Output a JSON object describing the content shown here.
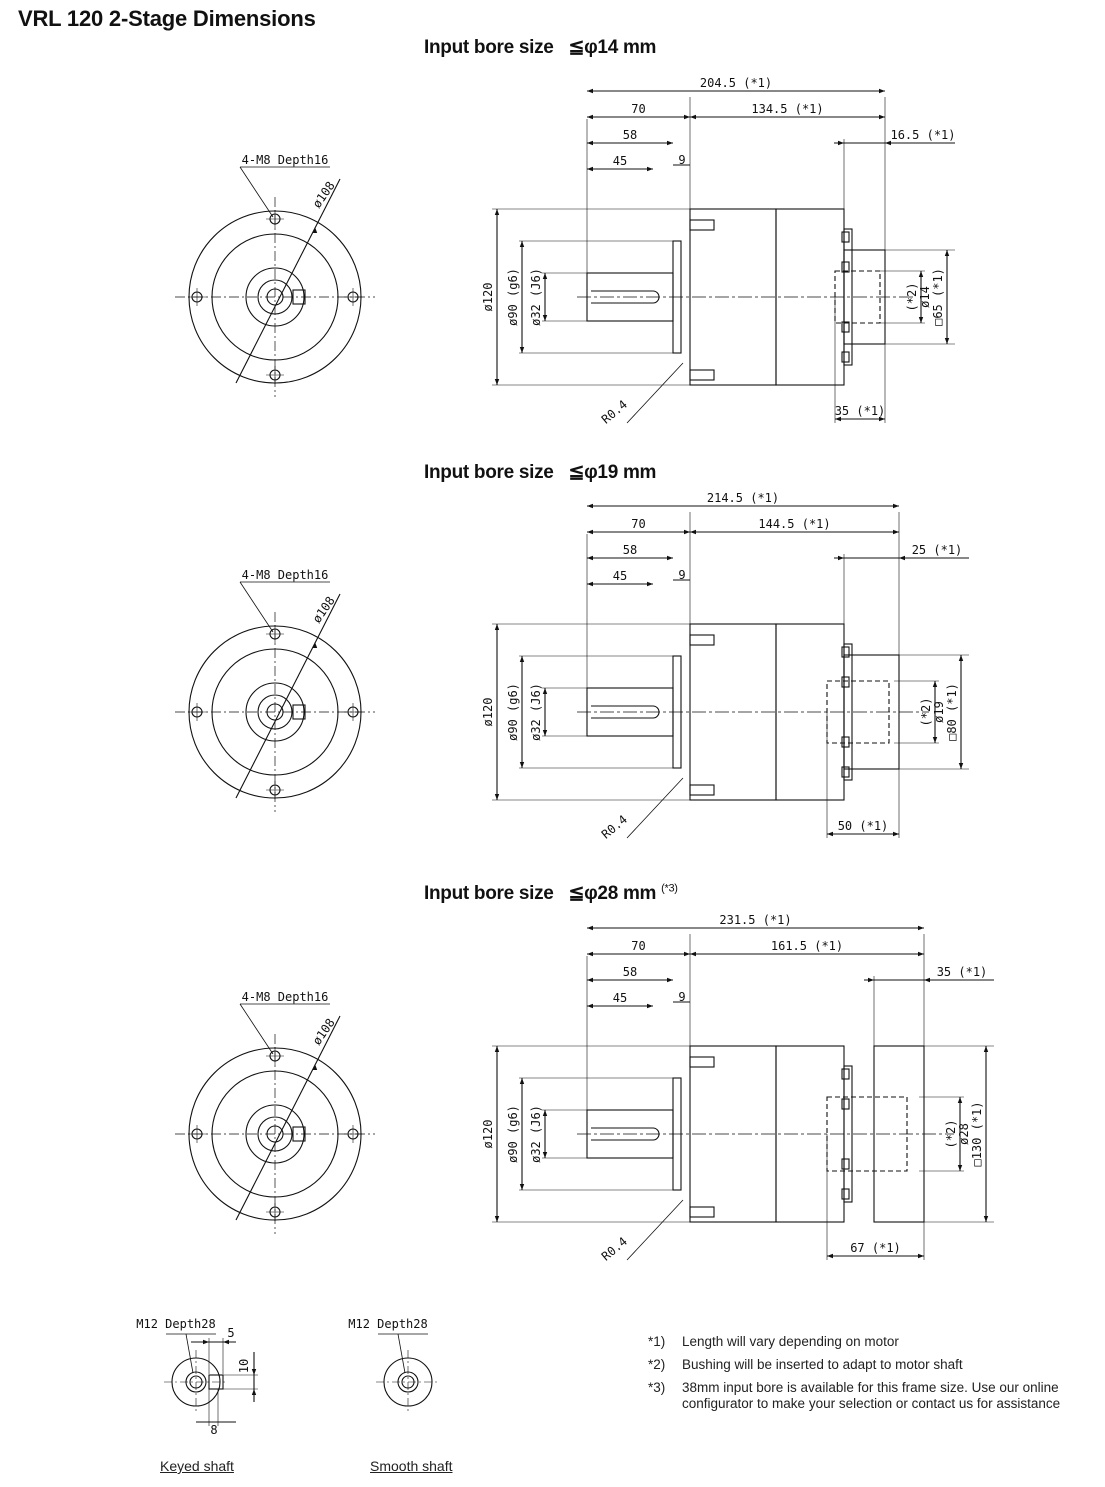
{
  "title": "VRL 120 2-Stage Dimensions",
  "sections": [
    {
      "heading": "Input bore size",
      "bore": "≦φ14 mm",
      "bore_note": "",
      "front": {
        "holes": "4-M8 Depth16",
        "pcd": "ø108"
      },
      "dims": {
        "total": "204.5 (*1)",
        "flange": "70",
        "body": "134.5 (*1)",
        "adapter_w": "16.5 (*1)",
        "shaft_len": "58",
        "key_len": "45",
        "gap": "9",
        "d_flange": "ø120",
        "d_pilot": "ø90 (g6)",
        "d_shaft": "ø32 (J6)",
        "bore_dia": "(*2)\nø14",
        "square": "□65 (*1)",
        "depth": "35 (*1)",
        "radius": "R0.4"
      }
    },
    {
      "heading": "Input bore size",
      "bore": "≦φ19 mm",
      "bore_note": "",
      "front": {
        "holes": "4-M8 Depth16",
        "pcd": "ø108"
      },
      "dims": {
        "total": "214.5 (*1)",
        "flange": "70",
        "body": "144.5 (*1)",
        "adapter_w": "25 (*1)",
        "shaft_len": "58",
        "key_len": "45",
        "gap": "9",
        "d_flange": "ø120",
        "d_pilot": "ø90 (g6)",
        "d_shaft": "ø32 (J6)",
        "bore_dia": "(*2)\nø19",
        "square": "□80 (*1)",
        "depth": "50 (*1)",
        "radius": "R0.4"
      }
    },
    {
      "heading": "Input bore size",
      "bore": "≦φ28 mm",
      "bore_note": "(*3)",
      "front": {
        "holes": "4-M8 Depth16",
        "pcd": "ø108"
      },
      "dims": {
        "total": "231.5 (*1)",
        "flange": "70",
        "body": "161.5 (*1)",
        "adapter_w": "35 (*1)",
        "shaft_len": "58",
        "key_len": "45",
        "gap": "9",
        "d_flange": "ø120",
        "d_pilot": "ø90 (g6)",
        "d_shaft": "ø32 (J6)",
        "bore_dia": "(*2)\nø28",
        "square": "□130 (*1)",
        "depth": "67 (*1)",
        "radius": "R0.4"
      }
    }
  ],
  "shaft_details": [
    {
      "caption": "Keyed shaft",
      "thread": "M12  Depth28",
      "key_w": "5",
      "key_h": "10",
      "key_off": "8"
    },
    {
      "caption": "Smooth shaft",
      "thread": "M12  Depth28"
    }
  ],
  "notes": [
    {
      "mark": "*1)",
      "text": "Length will vary depending on motor"
    },
    {
      "mark": "*2)",
      "text": "Bushing will be inserted to adapt to motor shaft"
    },
    {
      "mark": "*3)",
      "text": "38mm input bore is available for this frame size. Use our online configurator to make your selection or contact us for assistance"
    }
  ]
}
